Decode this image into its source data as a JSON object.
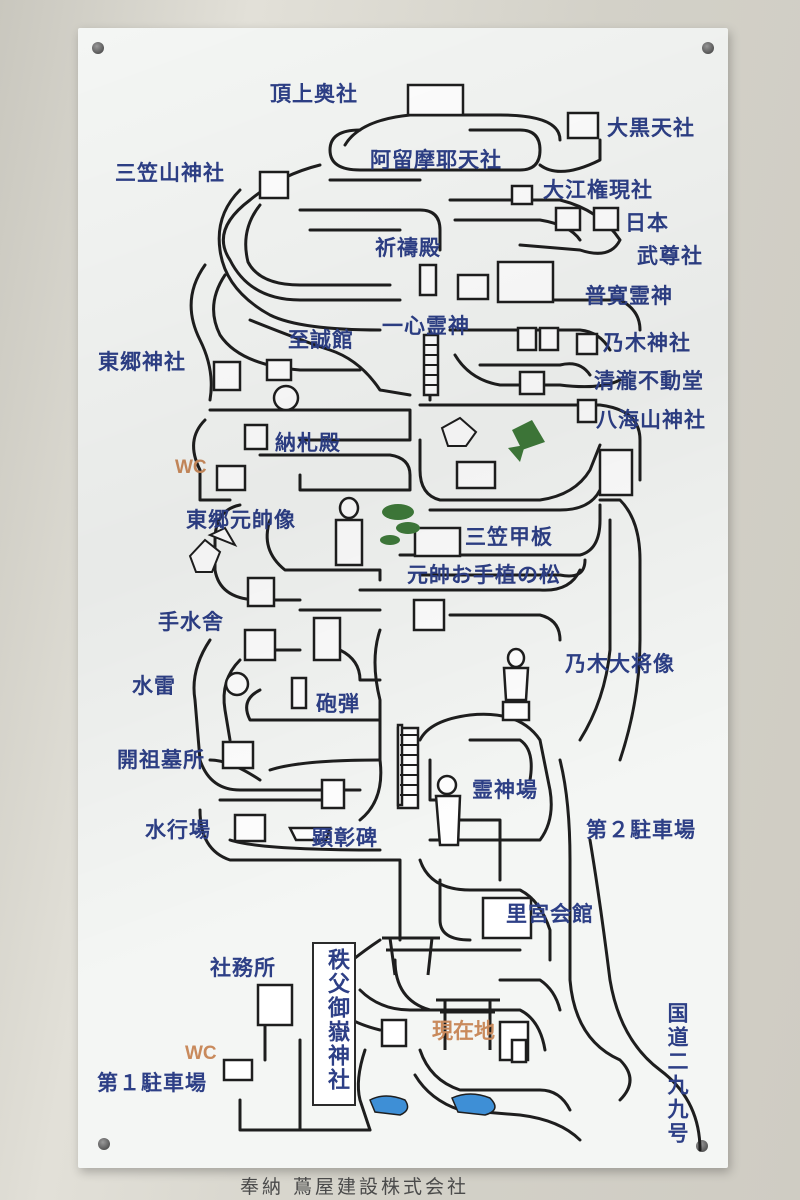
{
  "map": {
    "labels": {
      "summit": "頂上奥社",
      "daikokuten": "大黒天社",
      "arumayaten": "阿留摩耶天社",
      "mikasayama": "三笠山神社",
      "oegongen": "大江権現社",
      "nihon": "日本",
      "takeru": "武尊社",
      "kitoden": "祈禱殿",
      "fukan": "普寛霊神",
      "shiseikan": "至誠館",
      "isshin": "一心霊神",
      "nogi_shrine": "乃木神社",
      "togo_shrine": "東郷神社",
      "seiryu": "清瀧不動堂",
      "hakkaisan": "八海山神社",
      "nosatsuden": "納札殿",
      "togo_statue": "東郷元帥像",
      "mikasa_deck": "三笠甲板",
      "pine": "元帥お手植の松",
      "temizuya": "手水舎",
      "nogi_statue": "乃木大将像",
      "mine": "水雷",
      "shell": "砲弾",
      "founder_graves": "開祖墓所",
      "reijinba": "霊神場",
      "gyoba": "水行場",
      "monument": "顕彰碑",
      "parking2": "第２駐車場",
      "satomiya": "里宮会館",
      "office": "社務所",
      "parking1": "第１駐車場",
      "you_are_here": "現在地",
      "route": "国道二九九号",
      "wc": "WC"
    },
    "shrine_title": "秩父御嶽神社",
    "donor": "奉納 蔦屋建設株式会社"
  },
  "colors": {
    "label_blue": "#2d3f86",
    "wc_orange": "#c98a5c",
    "path_black": "#1e1e1e",
    "board": "#f4f6f4",
    "water": "#3e8fd6",
    "foliage": "#3f7a3a"
  }
}
